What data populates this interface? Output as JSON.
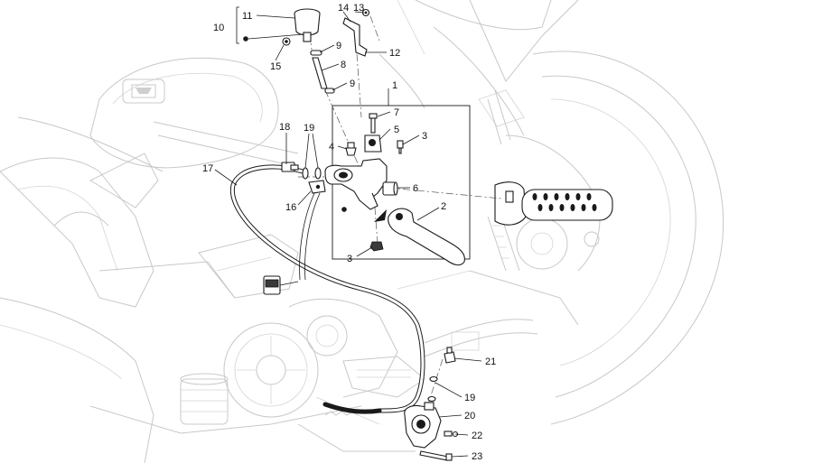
{
  "callouts": {
    "c1": "1",
    "c2": "2",
    "c3a": "3",
    "c3b": "3",
    "c4": "4",
    "c5": "5",
    "c6": "6",
    "c7": "7",
    "c8": "8",
    "c9a": "9",
    "c9b": "9",
    "c10": "10",
    "c11": "11",
    "c12": "12",
    "c13": "13",
    "c14": "14",
    "c15": "15",
    "c16": "16",
    "c17": "17",
    "c18": "18",
    "c19a": "19",
    "c19b": "19",
    "c20": "20",
    "c21": "21",
    "c22": "22",
    "c23": "23"
  },
  "colors": {
    "ink": "#1a1a1a",
    "ghost": "#c8c8c8"
  }
}
